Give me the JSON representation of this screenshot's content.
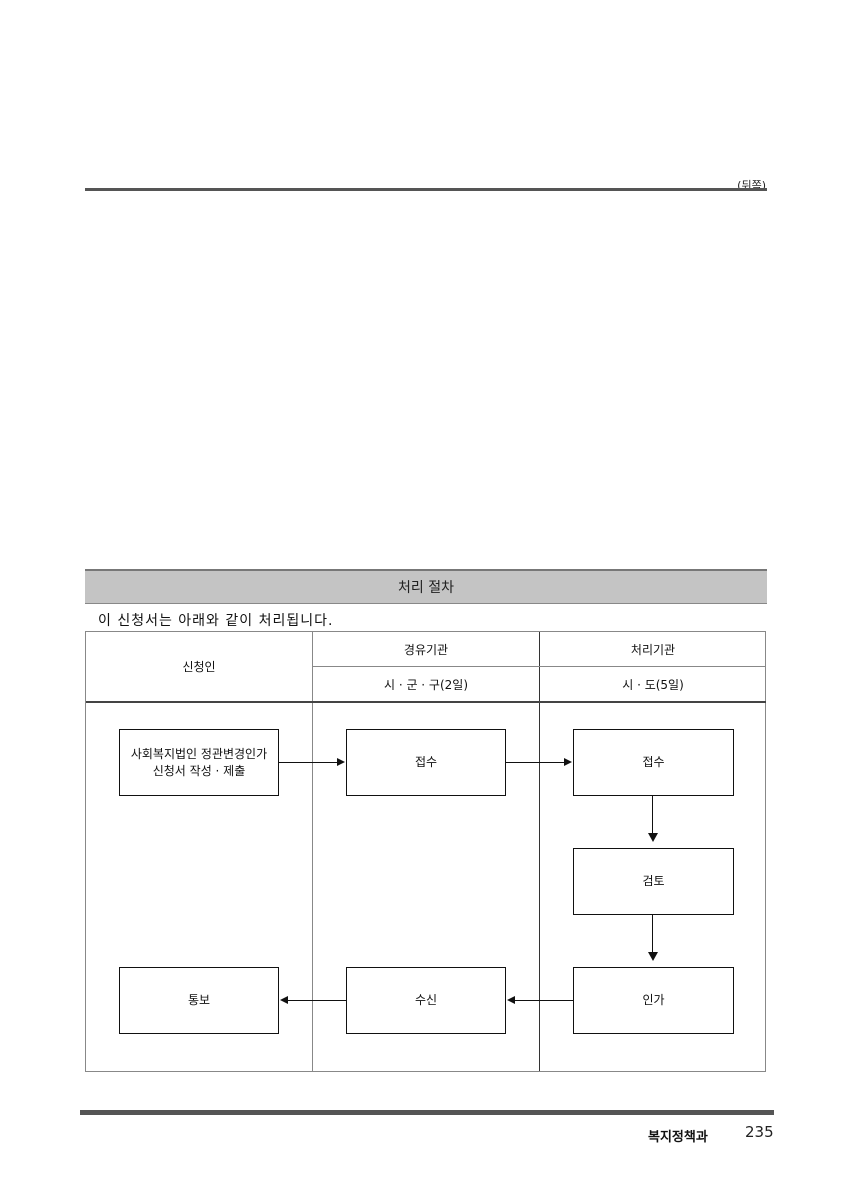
{
  "header": {
    "back_label": "(뒤쪽)"
  },
  "procedure": {
    "title": "처리 절차",
    "intro": "이 신청서는 아래와 같이 처리됩니다.",
    "columns": {
      "applicant": "신청인",
      "via_agency": "경유기관",
      "via_agency_sub": "시 · 군 · 구(2일)",
      "processing_agency": "처리기관",
      "processing_agency_sub": "시 · 도(5일)"
    },
    "steps": {
      "submit_line1": "사회복지법인 정관변경인가",
      "submit_line2": "신청서 작성 · 제출",
      "via_receive": "접수",
      "proc_receive": "접수",
      "review": "검토",
      "approve": "인가",
      "via_reception": "수신",
      "notify": "통보"
    }
  },
  "footer": {
    "department": "복지정책과",
    "page_number": "235"
  }
}
